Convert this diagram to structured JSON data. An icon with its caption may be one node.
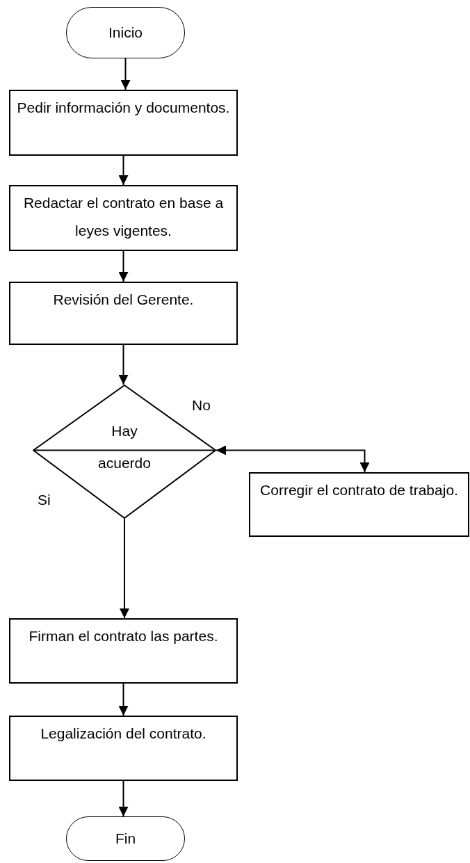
{
  "diagram": {
    "nodes": [
      {
        "text": [
          "Inicio"
        ]
      },
      {
        "text": [
          "Pedir información y documentos."
        ]
      },
      {
        "text": [
          "Redactar el contrato en base a leyes vigentes."
        ]
      },
      {
        "text": [
          "Revisión del Gerente."
        ]
      },
      {
        "text": [
          "Hay",
          "acuerdo"
        ]
      },
      {
        "text": [
          "Corregir  el contrato de trabajo."
        ]
      },
      {
        "text": [
          "Firman el contrato las partes."
        ]
      },
      {
        "text": [
          "Legalización del contrato."
        ]
      },
      {
        "text": [
          "Fin"
        ]
      }
    ],
    "edges": [
      {
        "from": 0,
        "to": 1,
        "arrow": "to"
      },
      {
        "from": 1,
        "to": 2,
        "arrow": "to"
      },
      {
        "from": 2,
        "to": 3,
        "arrow": "to"
      },
      {
        "from": 3,
        "to": 4,
        "arrow": "to"
      },
      {
        "from": 4,
        "to": 5,
        "arrow": "both"
      },
      {
        "from": 4,
        "to": 6,
        "arrow": "to"
      },
      {
        "from": 6,
        "to": 7,
        "arrow": "to"
      },
      {
        "from": 7,
        "to": 8,
        "arrow": "to"
      }
    ],
    "labels": [
      "No",
      "Si"
    ]
  }
}
